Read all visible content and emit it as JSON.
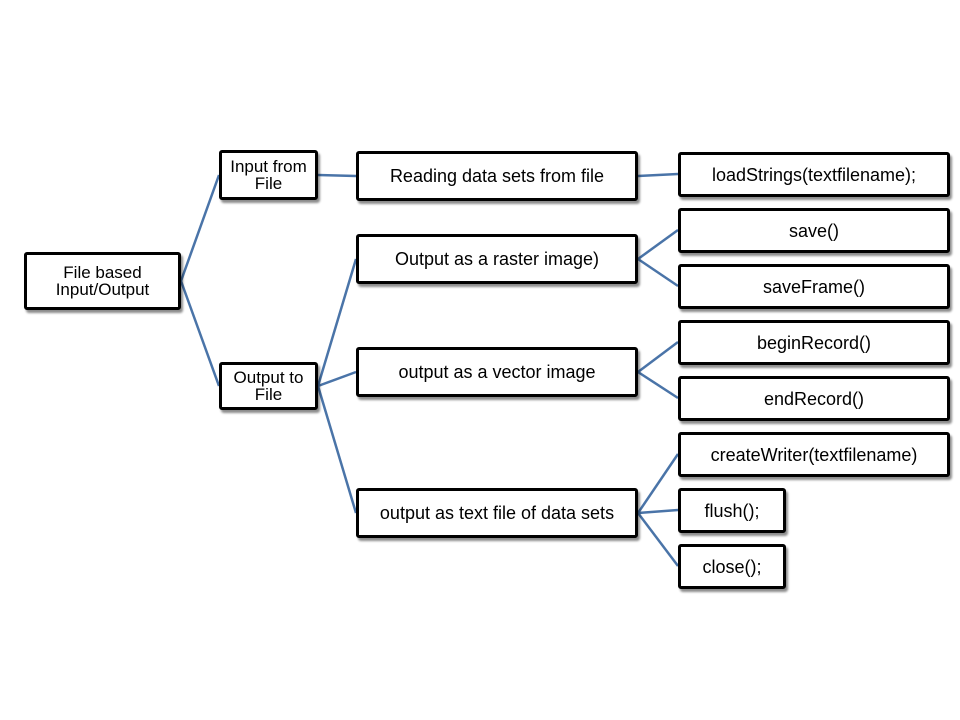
{
  "colors": {
    "connector": "#4a74a8",
    "border": "#000000",
    "fill": "#ffffff"
  },
  "tree": {
    "root": "File based Input/Output",
    "input_from_file": "Input from File",
    "output_to_file": "Output to File",
    "reading_data_sets": "Reading data sets from file",
    "raster_image": "Output as a raster image)",
    "vector_image": "output as a vector image",
    "text_file": "output as text file of data sets",
    "load_strings": "loadStrings(textfilename);",
    "save": "save()",
    "save_frame": "saveFrame()",
    "begin_record": "beginRecord()",
    "end_record": "endRecord()",
    "create_writer": "createWriter(textfilename)",
    "flush": "flush();",
    "close": "close();"
  }
}
